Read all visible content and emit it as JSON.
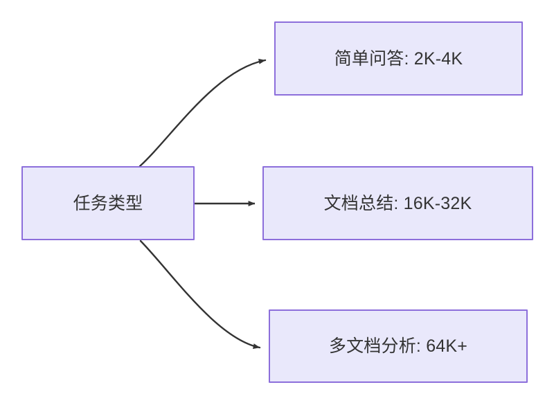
{
  "diagram": {
    "type": "flowchart",
    "direction": "left-to-right",
    "background_color": "#ffffff",
    "node_fill_color": "#e9e8fb",
    "node_border_color": "#8c6edb",
    "node_text_color": "#333333",
    "edge_color": "#333333",
    "source": {
      "id": "task-type",
      "label": "任务类型"
    },
    "branches": [
      {
        "id": "simple-qa",
        "label": "简单问答: 2K-4K",
        "task": "简单问答",
        "range": "2K-4K"
      },
      {
        "id": "doc-summary",
        "label": "文档总结: 16K-32K",
        "task": "文档总结",
        "range": "16K-32K"
      },
      {
        "id": "multi-doc",
        "label": "多文档分析: 64K+",
        "task": "多文档分析",
        "range": "64K+"
      }
    ]
  }
}
